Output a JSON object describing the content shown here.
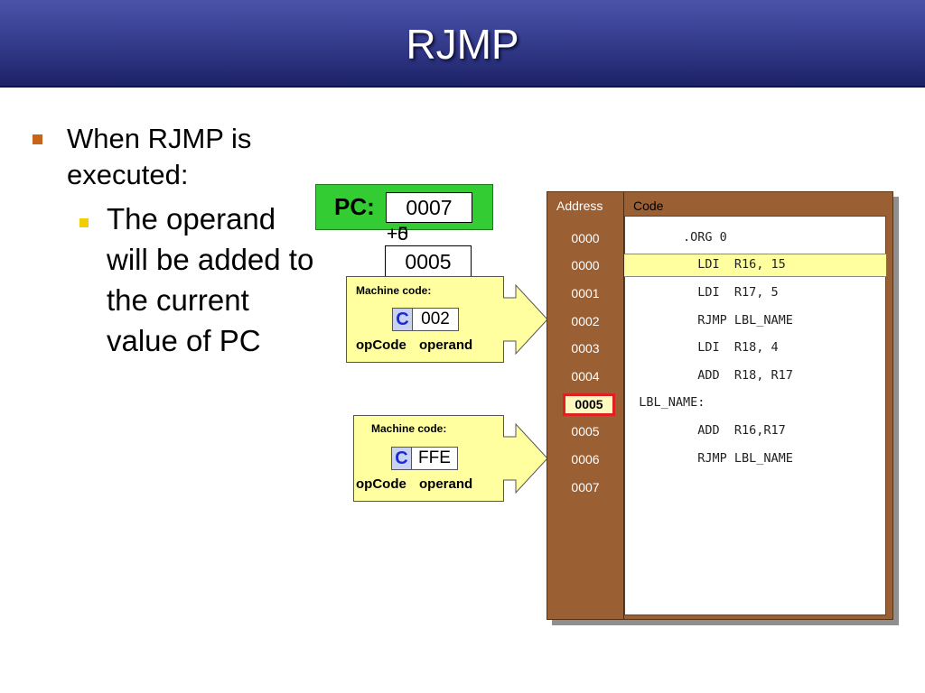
{
  "slide": {
    "title": "RJMP",
    "bullets": [
      {
        "text": "When RJMP is executed:",
        "level": 1
      },
      {
        "text": "The operand will be added to the current value of PC",
        "level": 2
      }
    ]
  },
  "pc": {
    "label": "PC:",
    "value": "0007",
    "plus_text": "+0",
    "plus_overlay": "+5",
    "offset_value": "0005"
  },
  "machine_code": [
    {
      "title": "Machine code:",
      "opcode": "C",
      "operand": "002",
      "opcode_label": "opCode",
      "operand_label": "operand"
    },
    {
      "title": "Machine code:",
      "opcode": "C",
      "operand": "FFE",
      "opcode_label": "opCode",
      "operand_label": "operand"
    }
  ],
  "program": {
    "header_address": "Address",
    "header_code": "Code",
    "rows": [
      {
        "address": "0000",
        "code": "        .ORG 0"
      },
      {
        "address": "0000",
        "code": "          LDI  R16, 15"
      },
      {
        "address": "0001",
        "code": "          LDI  R17, 5"
      },
      {
        "address": "0002",
        "code": "          RJMP LBL_NAME"
      },
      {
        "address": "0003",
        "code": "          LDI  R18, 4"
      },
      {
        "address": "0004",
        "code": "          ADD  R18, R17"
      },
      {
        "address": "0005",
        "code": "  LBL_NAME:"
      },
      {
        "address": "0005",
        "code": "          ADD  R16,R17"
      },
      {
        "address": "0006",
        "code": "          RJMP LBL_NAME"
      },
      {
        "address": "0007",
        "code": ""
      }
    ]
  },
  "colors": {
    "title_bg": "#3b4397",
    "pc_box": "#33cc33",
    "table_bg": "#9a5f33",
    "highlight_row": "#ffffa0",
    "callout_fill": "#ffffa0",
    "opcode_fill": "#c9d2f2",
    "current_address_border": "#e02020"
  }
}
